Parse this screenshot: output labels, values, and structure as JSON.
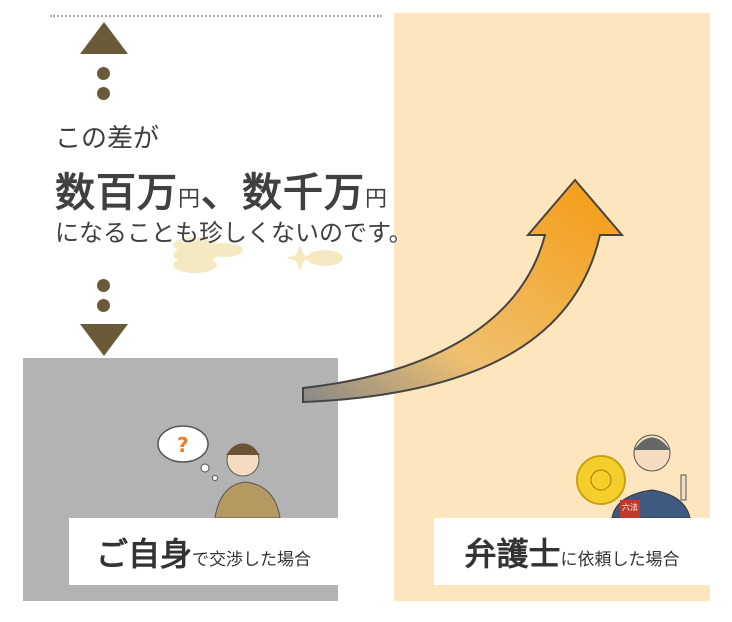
{
  "headline": {
    "line1": "この差が",
    "amount1": "数百万",
    "yen1": "円",
    "sep": "、",
    "amount2": "数千万",
    "yen2": "円",
    "line3": "になることも珍しくないのです。"
  },
  "left_label": {
    "strong": "ご自身",
    "rest": "で交渉した場合"
  },
  "right_label": {
    "strong": "弁護士",
    "rest": "に依頼した場合"
  },
  "question_mark": "?",
  "book_label": "六法",
  "colors": {
    "beige": "#fde6be",
    "gray": "#b3b3b3",
    "accent": "#f5a623",
    "brown": "#6b5a3a"
  }
}
